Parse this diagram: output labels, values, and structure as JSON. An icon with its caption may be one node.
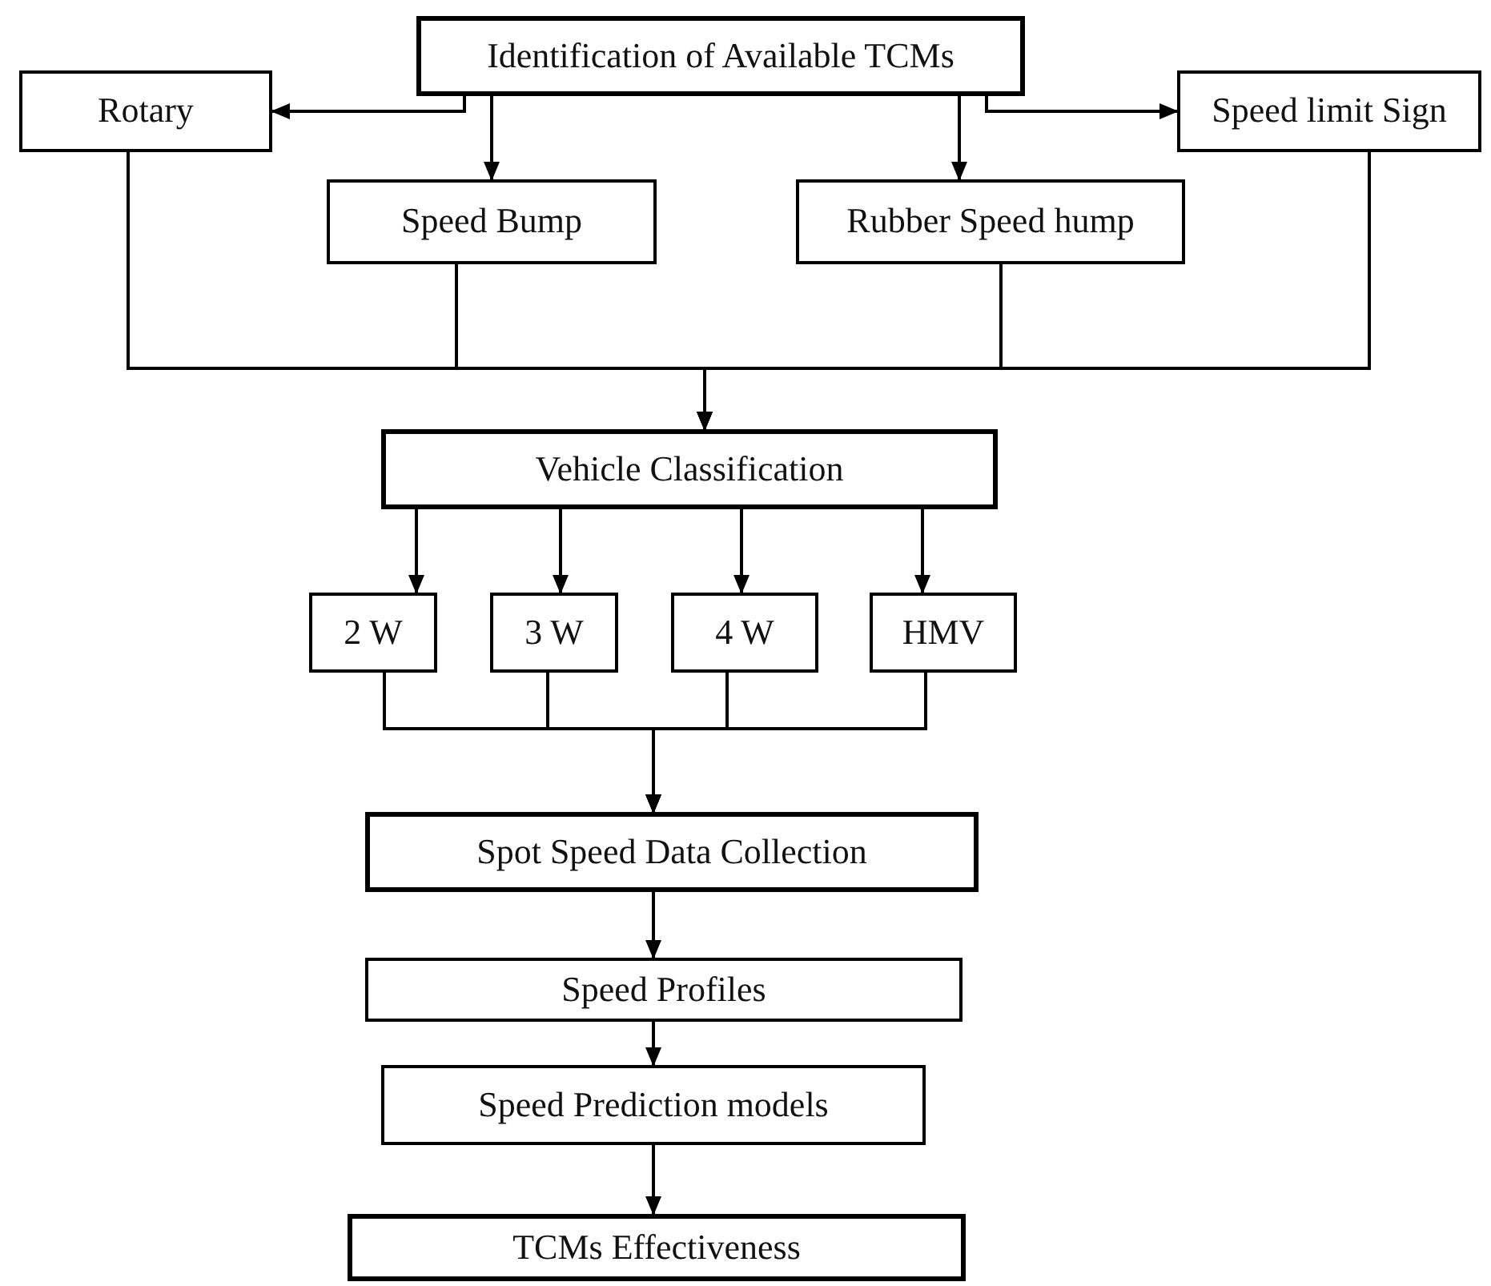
{
  "diagram": {
    "nodes": [
      {
        "text": [
          "Identification of Available TCMs"
        ]
      },
      {
        "text": [
          "Rotary"
        ]
      },
      {
        "text": [
          "Speed Bump"
        ]
      },
      {
        "text": [
          "Rubber Speed hump"
        ]
      },
      {
        "text": [
          "Speed limit Sign"
        ]
      },
      {
        "text": [
          "Vehicle Classification"
        ]
      },
      {
        "text": [
          "2 W"
        ]
      },
      {
        "text": [
          "3 W"
        ]
      },
      {
        "text": [
          "4 W"
        ]
      },
      {
        "text": [
          "HMV"
        ]
      },
      {
        "text": [
          "Spot Speed Data Collection"
        ]
      },
      {
        "text": [
          "Speed Profiles"
        ]
      },
      {
        "text": [
          "Speed Prediction models"
        ]
      },
      {
        "text": [
          "TCMs Effectiveness"
        ]
      }
    ],
    "edges": [
      {
        "from": 0,
        "to": 1,
        "arrow": "to"
      },
      {
        "from": 0,
        "to": 2,
        "arrow": "to"
      },
      {
        "from": 0,
        "to": 3,
        "arrow": "to"
      },
      {
        "from": 0,
        "to": 4,
        "arrow": "to"
      },
      {
        "from": 1,
        "to": 5,
        "arrow": "to"
      },
      {
        "from": 2,
        "to": 5,
        "arrow": "to"
      },
      {
        "from": 3,
        "to": 5,
        "arrow": "to"
      },
      {
        "from": 4,
        "to": 5,
        "arrow": "to"
      },
      {
        "from": 5,
        "to": 6,
        "arrow": "to"
      },
      {
        "from": 5,
        "to": 7,
        "arrow": "to"
      },
      {
        "from": 5,
        "to": 8,
        "arrow": "to"
      },
      {
        "from": 5,
        "to": 9,
        "arrow": "to"
      },
      {
        "from": 6,
        "to": 10,
        "arrow": "to"
      },
      {
        "from": 7,
        "to": 10,
        "arrow": "to"
      },
      {
        "from": 8,
        "to": 10,
        "arrow": "to"
      },
      {
        "from": 9,
        "to": 10,
        "arrow": "to"
      },
      {
        "from": 10,
        "to": 11,
        "arrow": "to"
      },
      {
        "from": 11,
        "to": 12,
        "arrow": "to"
      },
      {
        "from": 12,
        "to": 13,
        "arrow": "to"
      }
    ]
  }
}
